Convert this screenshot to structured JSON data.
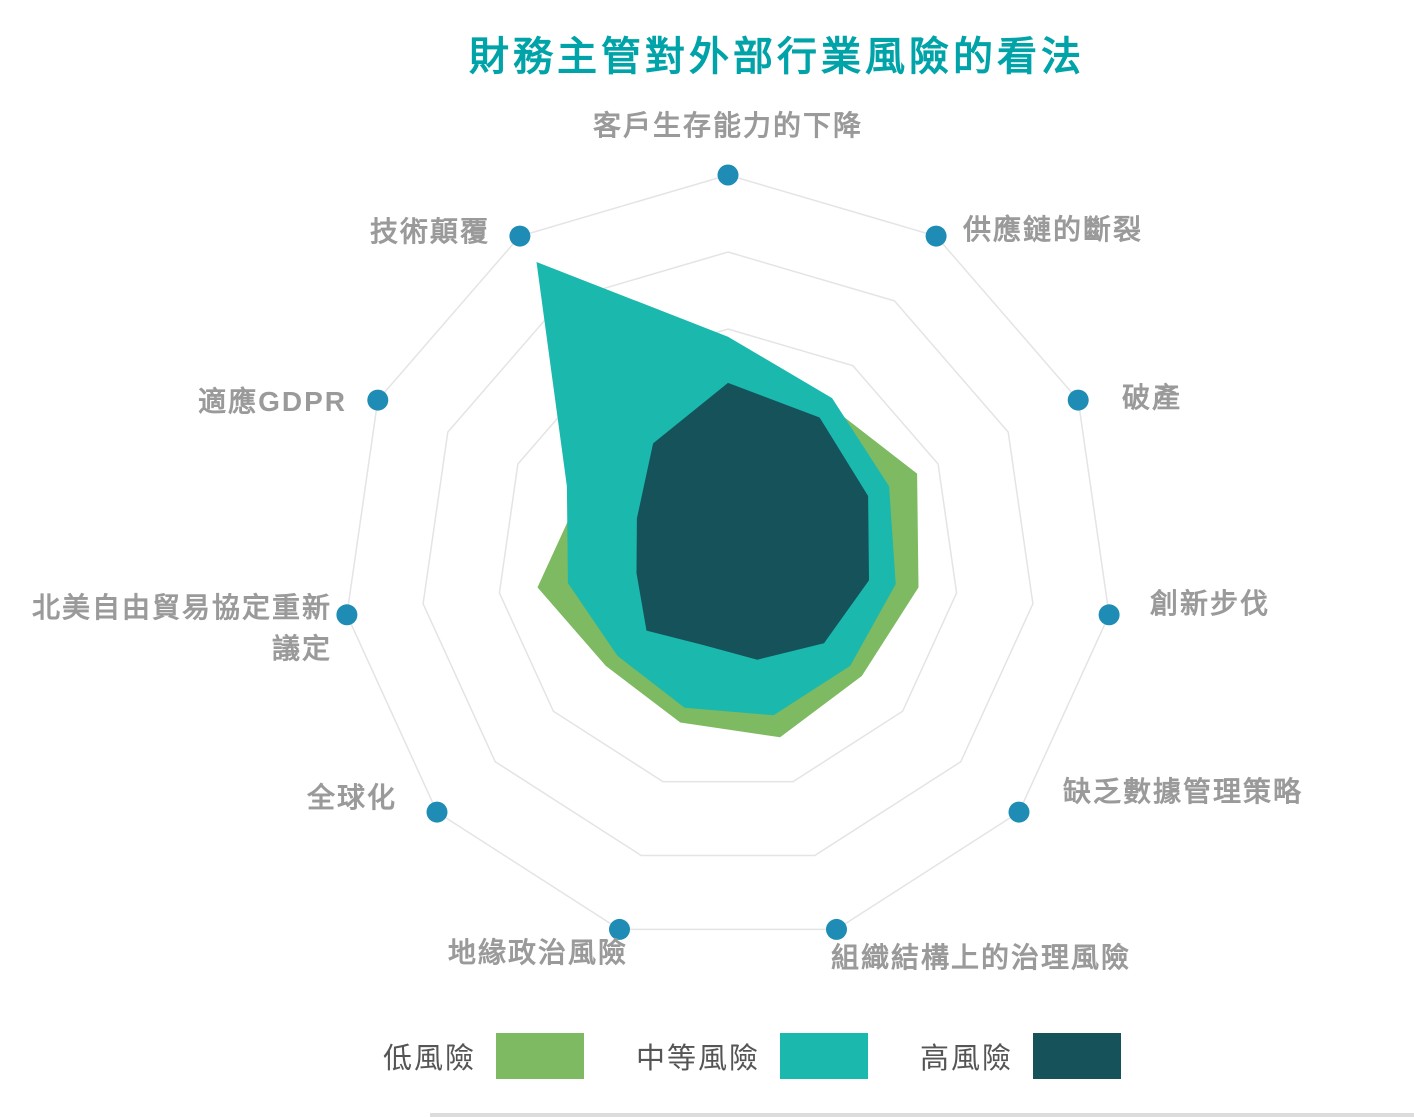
{
  "title": "財務主管對外部行業風險的看法",
  "chart_data": {
    "type": "radar",
    "title": "財務主管對外部行業風險的看法",
    "categories": [
      "客戶生存能力的下降",
      "供應鏈的斷裂",
      "破產",
      "創新步伐",
      "缺乏數據管理策略",
      "組織結構上的治理風險",
      "地緣政治風險",
      "全球化",
      "北美自由貿易協定重新議定",
      "適應GDPR",
      "技術顛覆"
    ],
    "series": [
      {
        "name": "低風險",
        "color": "#7eba61",
        "values": [
          36,
          48,
          54,
          50,
          46,
          48,
          44,
          42,
          50,
          42,
          38
        ]
      },
      {
        "name": "中等風險",
        "color": "#1bb8ae",
        "values": [
          58,
          50,
          46,
          44,
          42,
          42,
          40,
          38,
          42,
          46,
          92
        ]
      },
      {
        "name": "高風險",
        "color": "#15525a",
        "values": [
          46,
          44,
          40,
          37,
          33,
          27,
          23,
          28,
          24,
          26,
          36
        ]
      }
    ],
    "rmax": 100,
    "ring_fractions": [
      1,
      0.8,
      0.6,
      0.4,
      0.2
    ],
    "grid_color": "#e4e4e4",
    "axis_dot_color": "#1e8cb4",
    "legend_position": "bottom"
  },
  "legend": {
    "items": [
      {
        "label": "低風險",
        "color": "#7eba61"
      },
      {
        "label": "中等風險",
        "color": "#1bb8ae"
      },
      {
        "label": "高風險",
        "color": "#15525a"
      }
    ]
  }
}
